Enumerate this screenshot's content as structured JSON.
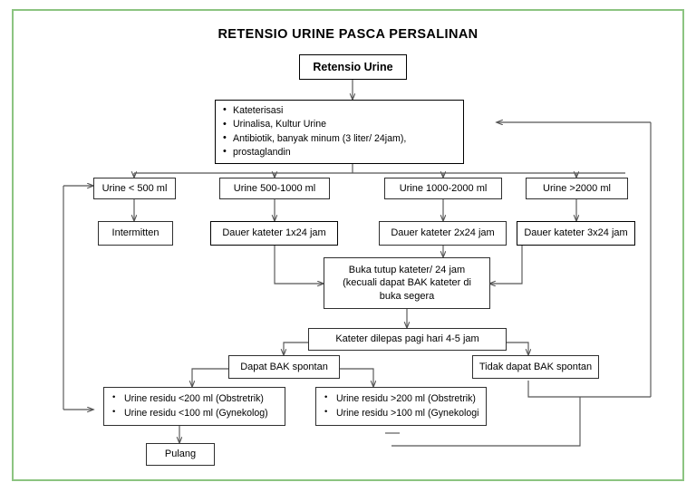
{
  "page": {
    "title": "RETENSIO URINE PASCA PERSALINAN",
    "border_color": "#8cc481",
    "line_color": "#555555",
    "box_border_color": "#2f2f2f"
  },
  "nodes": {
    "start": {
      "label": "Retensio Urine"
    },
    "treatment": {
      "items": [
        "Kateterisasi",
        "Urinalisa, Kultur Urine",
        "Antibiotik,  banyak  minum  (3 liter/ 24jam),",
        "prostaglandin"
      ]
    },
    "vol_lt500": {
      "label": "Urine < 500 ml"
    },
    "vol_500_1000": {
      "label": "Urine 500-1000 ml"
    },
    "vol_1000_2000": {
      "label": "Urine 1000-2000 ml"
    },
    "vol_gt2000": {
      "label": "Urine >2000 ml"
    },
    "intermitten": {
      "label": "Intermitten"
    },
    "dauer_1x24": {
      "label": "Dauer kateter 1x24 jam"
    },
    "dauer_2x24": {
      "label": "Dauer kateter 2x24 jam"
    },
    "dauer_3x24": {
      "label": "Dauer kateter 3x24 jam"
    },
    "buka_tutup": {
      "line1": "Buka tutup kateter/ 24 jam",
      "line2": "(kecuali dapat BAK kateter di",
      "line3": "buka segera"
    },
    "kateter_dilepas": {
      "label": "Kateter dilepas pagi hari 4-5 jam"
    },
    "dapat_bak": {
      "label": "Dapat BAK spontan"
    },
    "tidak_dapat_bak": {
      "label": "Tidak dapat BAK spontan"
    },
    "residu_low": {
      "items": [
        "Urine residu <200 ml (Obstretrik)",
        "Urine residu <100 ml (Gynekolog)"
      ]
    },
    "residu_high": {
      "items": [
        "Urine residu >200 ml (Obstretrik)",
        "Urine residu >100 ml (Gynekologi"
      ]
    },
    "pulang": {
      "label": "Pulang"
    }
  }
}
